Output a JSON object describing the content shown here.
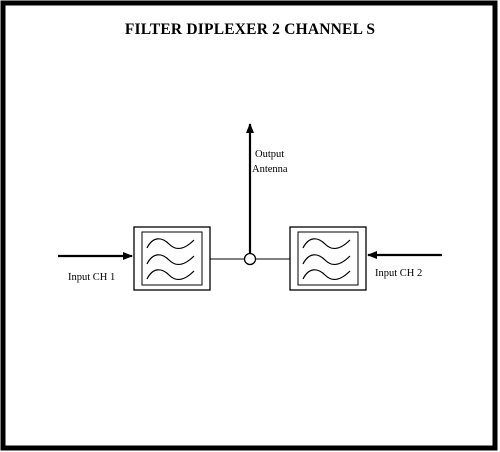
{
  "diagram": {
    "title": "FILTER DIPLEXER  2 CHANNEL S",
    "output_label_line1": "Output",
    "output_label_line2": "Antenna",
    "input_left_label": "Input CH 1",
    "input_right_label": "Input CH 2",
    "filter_icon": "bandpass-filter-wave-icon",
    "junction_icon": "circle-junction-icon",
    "colors": {
      "line": "#000000",
      "background": "#ffffff"
    }
  }
}
